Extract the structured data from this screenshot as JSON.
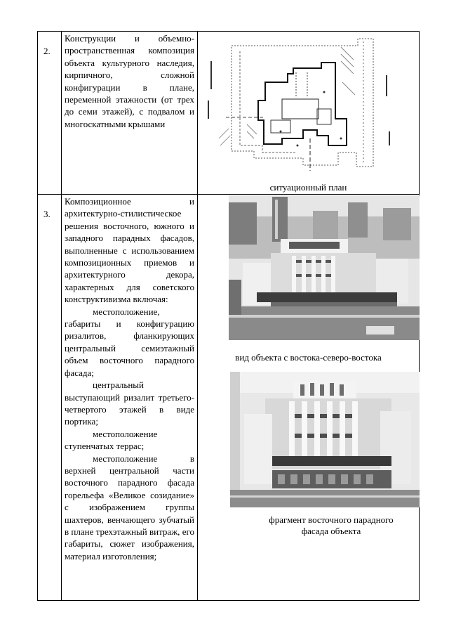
{
  "rows": [
    {
      "number": "2.",
      "paragraphs": [
        "Конструкции и объемно-пространственная композиция объекта культурного наследия, кирпичного, сложной конфигурации в плане, переменной этажности (от трех до семи этажей), с подвалом и многоскатными крышами"
      ],
      "images": [
        {
          "caption": "ситуационный план"
        }
      ]
    },
    {
      "number": "3.",
      "paragraphs": [
        "Композиционное и архитектурно-стилистическое решения восточного, южного и западного парадных фасадов, выполненные с использованием композиционных приемов и архитектурного декора, характерных для советского конструктивизма включая:",
        "местоположение, габариты и конфигурацию ризалитов, фланкирующих центральный семиэтажный объем восточного парадного фасада;",
        "центральный выступающий ризалит третьего-четвертого этажей в виде портика;",
        "местоположение ступенчатых террас;",
        "местоположение в верхней центральной части восточного парадного фасада горельефа «Великое созидание» с изображением группы шахтеров, венчающего зубчатый в плане трехэтажный витраж, его габариты, сюжет изображения, материал изготовления;"
      ],
      "images": [
        {
          "caption": "вид объекта с востока-северо-востока"
        },
        {
          "caption": "фрагмент восточного парадного фасада объекта"
        }
      ]
    }
  ]
}
